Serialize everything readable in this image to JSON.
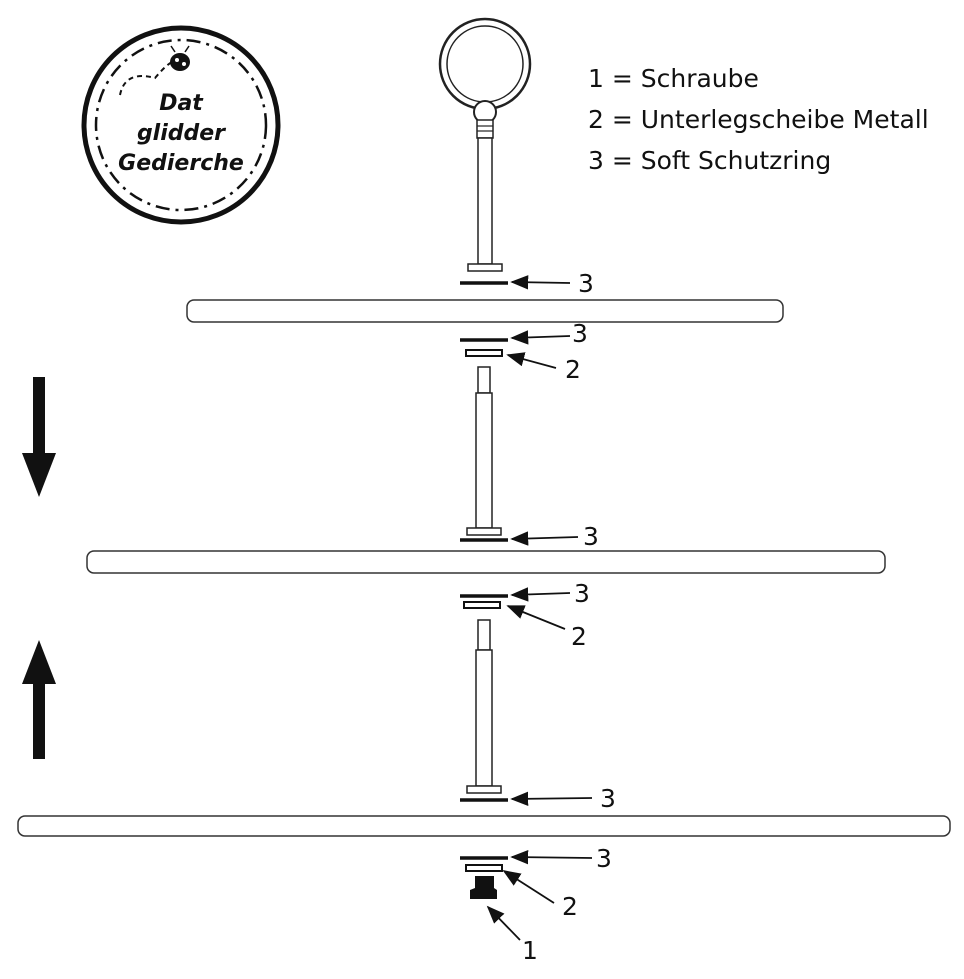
{
  "legend": [
    {
      "label": "1 = Schraube"
    },
    {
      "label": "2 = Unterlegscheibe Metall"
    },
    {
      "label": "3 = Soft Schutzring"
    }
  ],
  "logo": {
    "line1": "Dat",
    "line2": "glidder",
    "line3": "Gedierche"
  },
  "callouts": {
    "c1": "3",
    "c2": "3",
    "c3": "2",
    "c4": "3",
    "c5": "3",
    "c6": "2",
    "c7": "3",
    "c8": "3",
    "c9": "2",
    "c10": "1"
  }
}
